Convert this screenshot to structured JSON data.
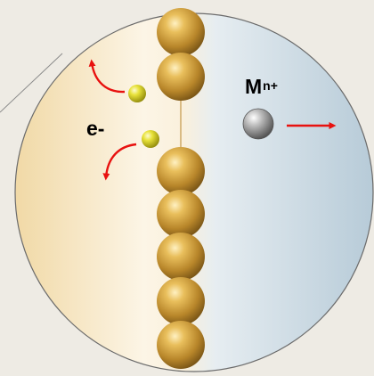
{
  "labels": {
    "electron": "e-",
    "ion_base": "M",
    "ion_charge": "n+"
  },
  "colors": {
    "page_background": "#eeebe4",
    "left_region_tint": "#f1dcab",
    "right_region_tint": "#c2d3de",
    "metal_sphere": "#c2922a",
    "electron_sphere": "#d9d21c",
    "ion_sphere": "#9a9a9a",
    "arrow": "#e8110f",
    "outline": "#6b6b6b"
  },
  "icons": {
    "metal_atom": "gold-sphere-icon",
    "electron": "yellow-sphere-icon",
    "ion": "gray-sphere-icon",
    "arrow": "red-arrow-icon"
  }
}
